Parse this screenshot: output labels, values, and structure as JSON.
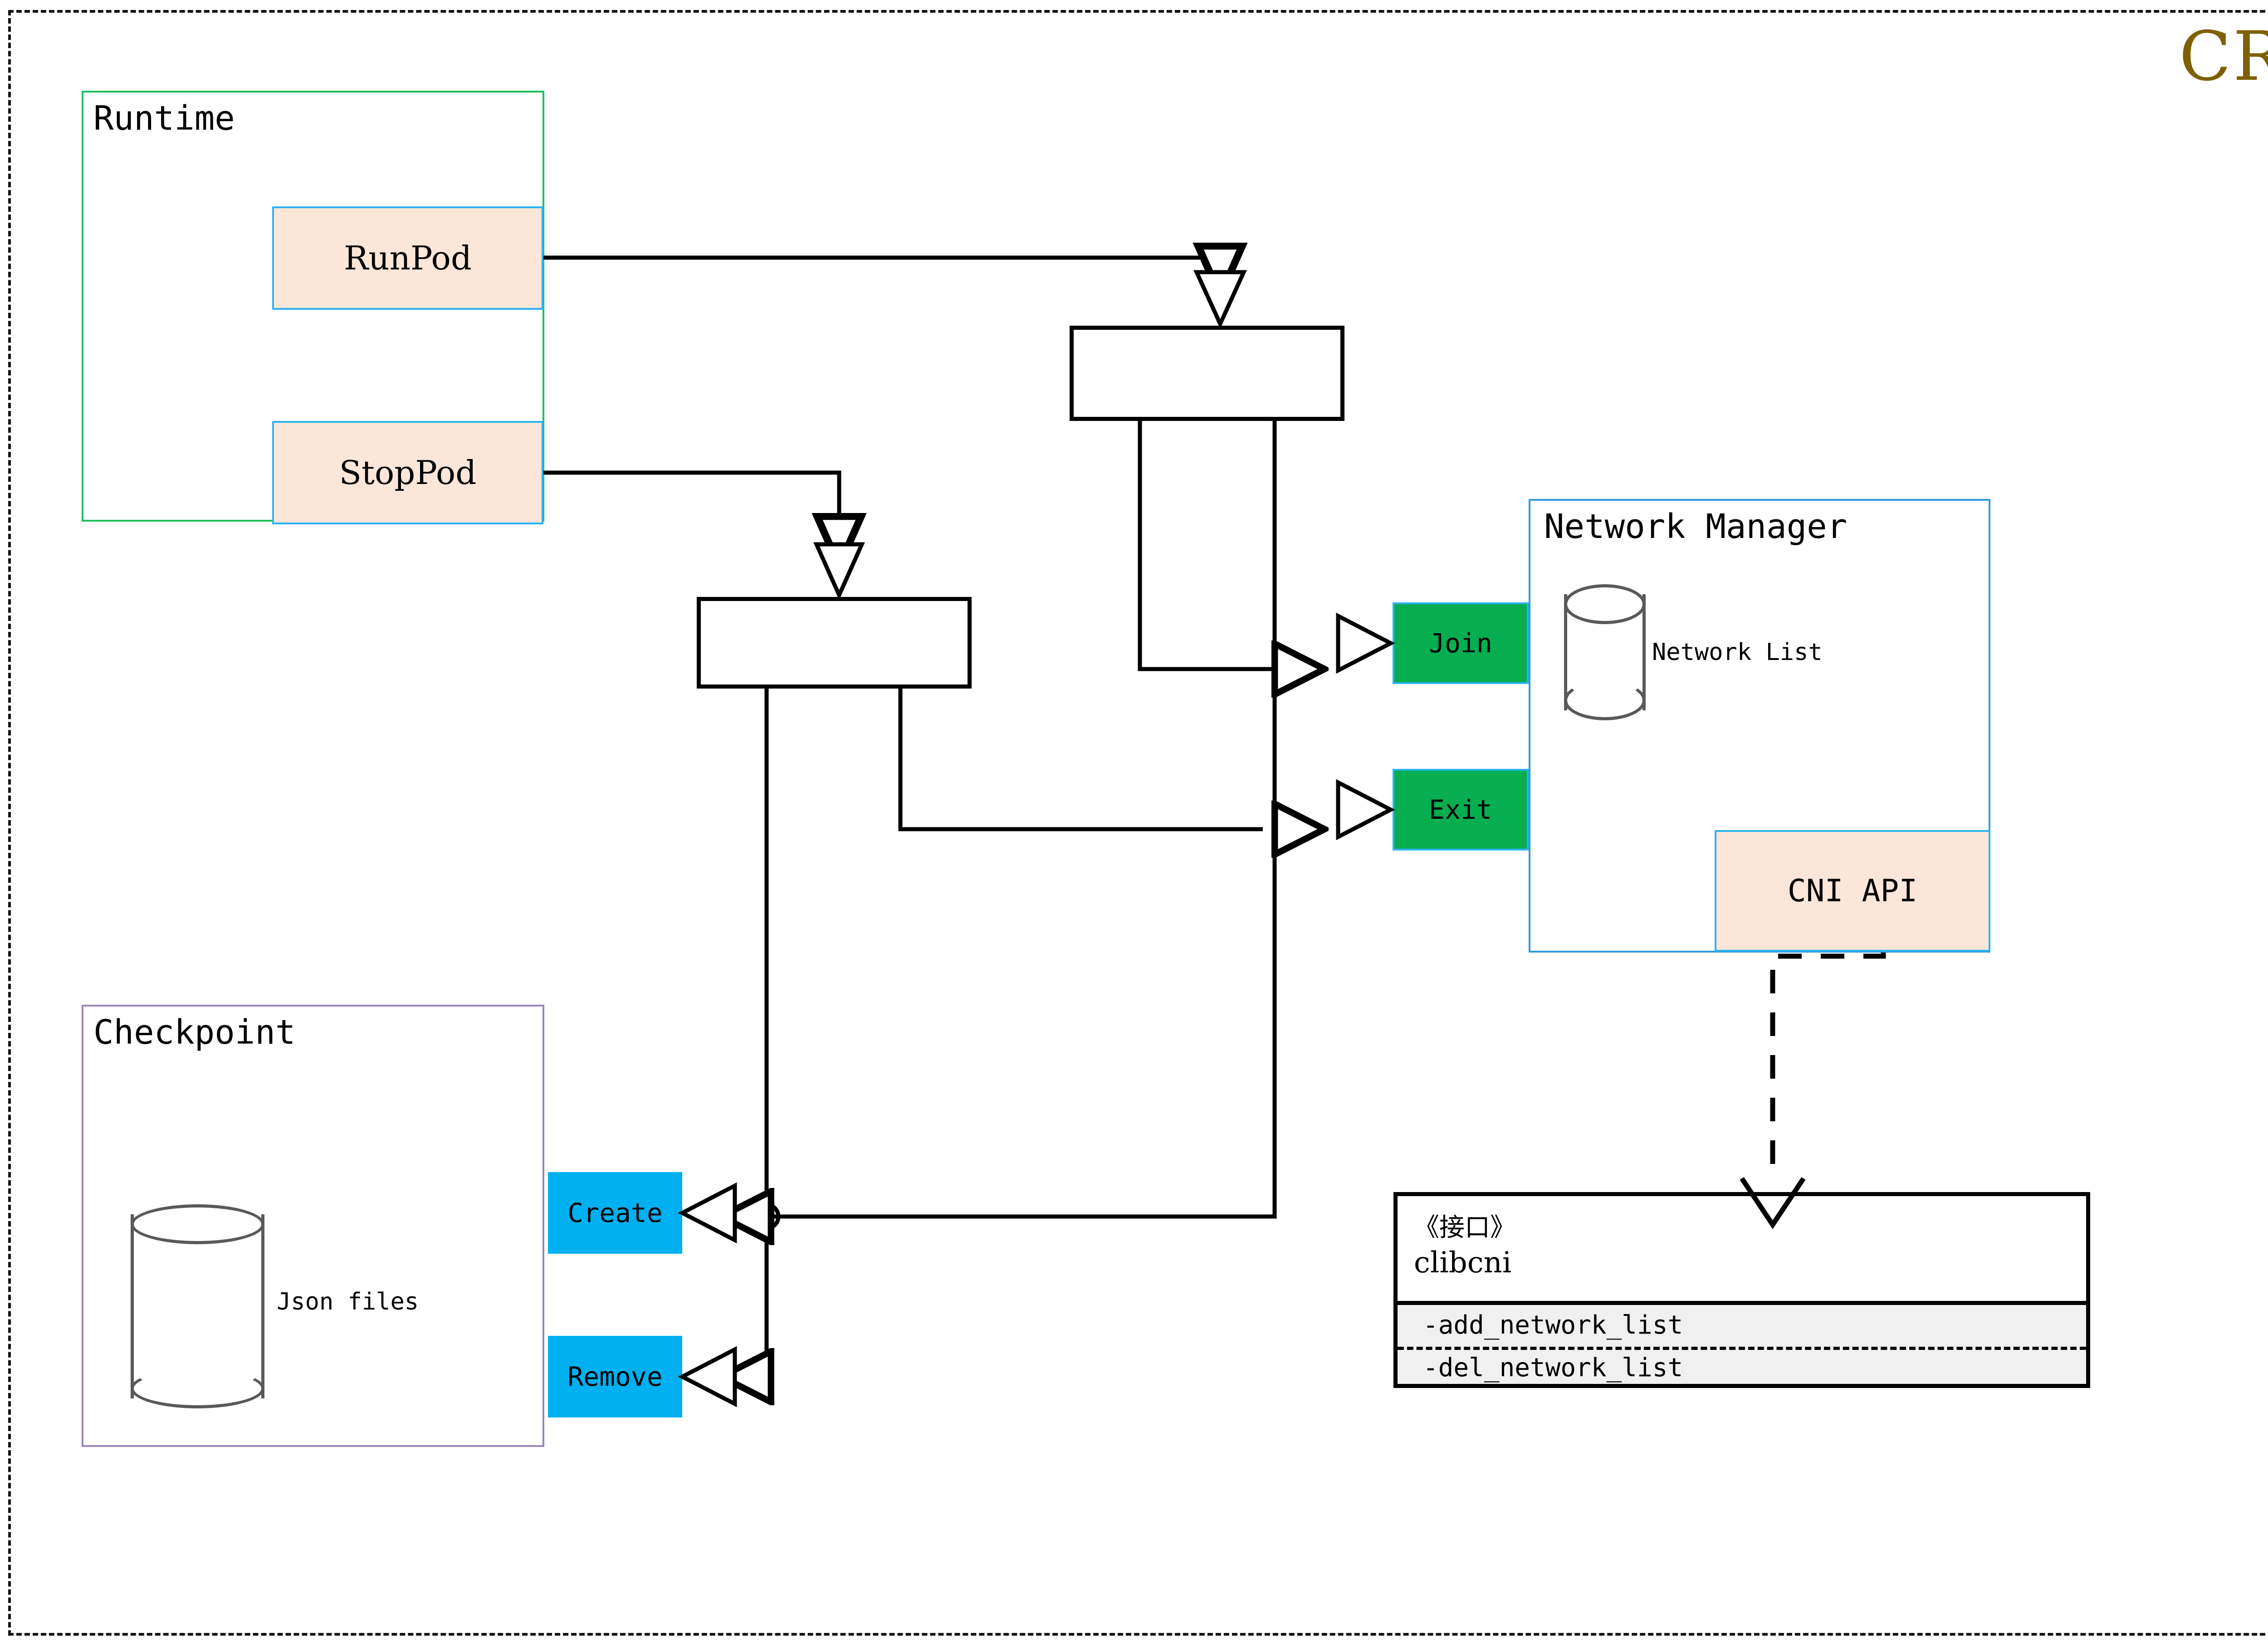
{
  "diagram": {
    "title": "CRI",
    "title_color": "#7f6000",
    "packages": [
      {
        "name": "Runtime",
        "border_color": "#20c060"
      },
      {
        "name": "Checkpoint",
        "border_color": "#9a86b8"
      },
      {
        "name": "Network Manager",
        "border_color": "#2f9ae0"
      }
    ]
  },
  "runtime": {
    "label": "Runtime",
    "methods": [
      {
        "label": "RunPod"
      },
      {
        "label": "StopPod"
      }
    ]
  },
  "checkpoint": {
    "label": "Checkpoint",
    "store": {
      "label": "Json files",
      "shape": "cylinder"
    },
    "operations": [
      {
        "label": "Create",
        "color": "#00b0f0"
      },
      {
        "label": "Remove",
        "color": "#00b0f0"
      }
    ]
  },
  "network_manager": {
    "label": "Network Manager",
    "store": {
      "label": "Network List",
      "shape": "cylinder"
    },
    "operations": [
      {
        "label": "Join",
        "color": "#06ae50"
      },
      {
        "label": "Exit",
        "color": "#06ae50"
      }
    ],
    "api": {
      "label": "CNI API",
      "color": "#fce6d7"
    }
  },
  "interface": {
    "stereotype": "《接口》",
    "name": "clibcni",
    "operations": [
      "-add_network_list",
      "-del_network_list"
    ]
  },
  "colors": {
    "peach": "#fce6d7",
    "blue_border": "#2bb3f0",
    "green": "#06ae50",
    "cyan": "#00b0f0",
    "olive": "#7f6000",
    "gray_fill": "#f0f0f0"
  }
}
